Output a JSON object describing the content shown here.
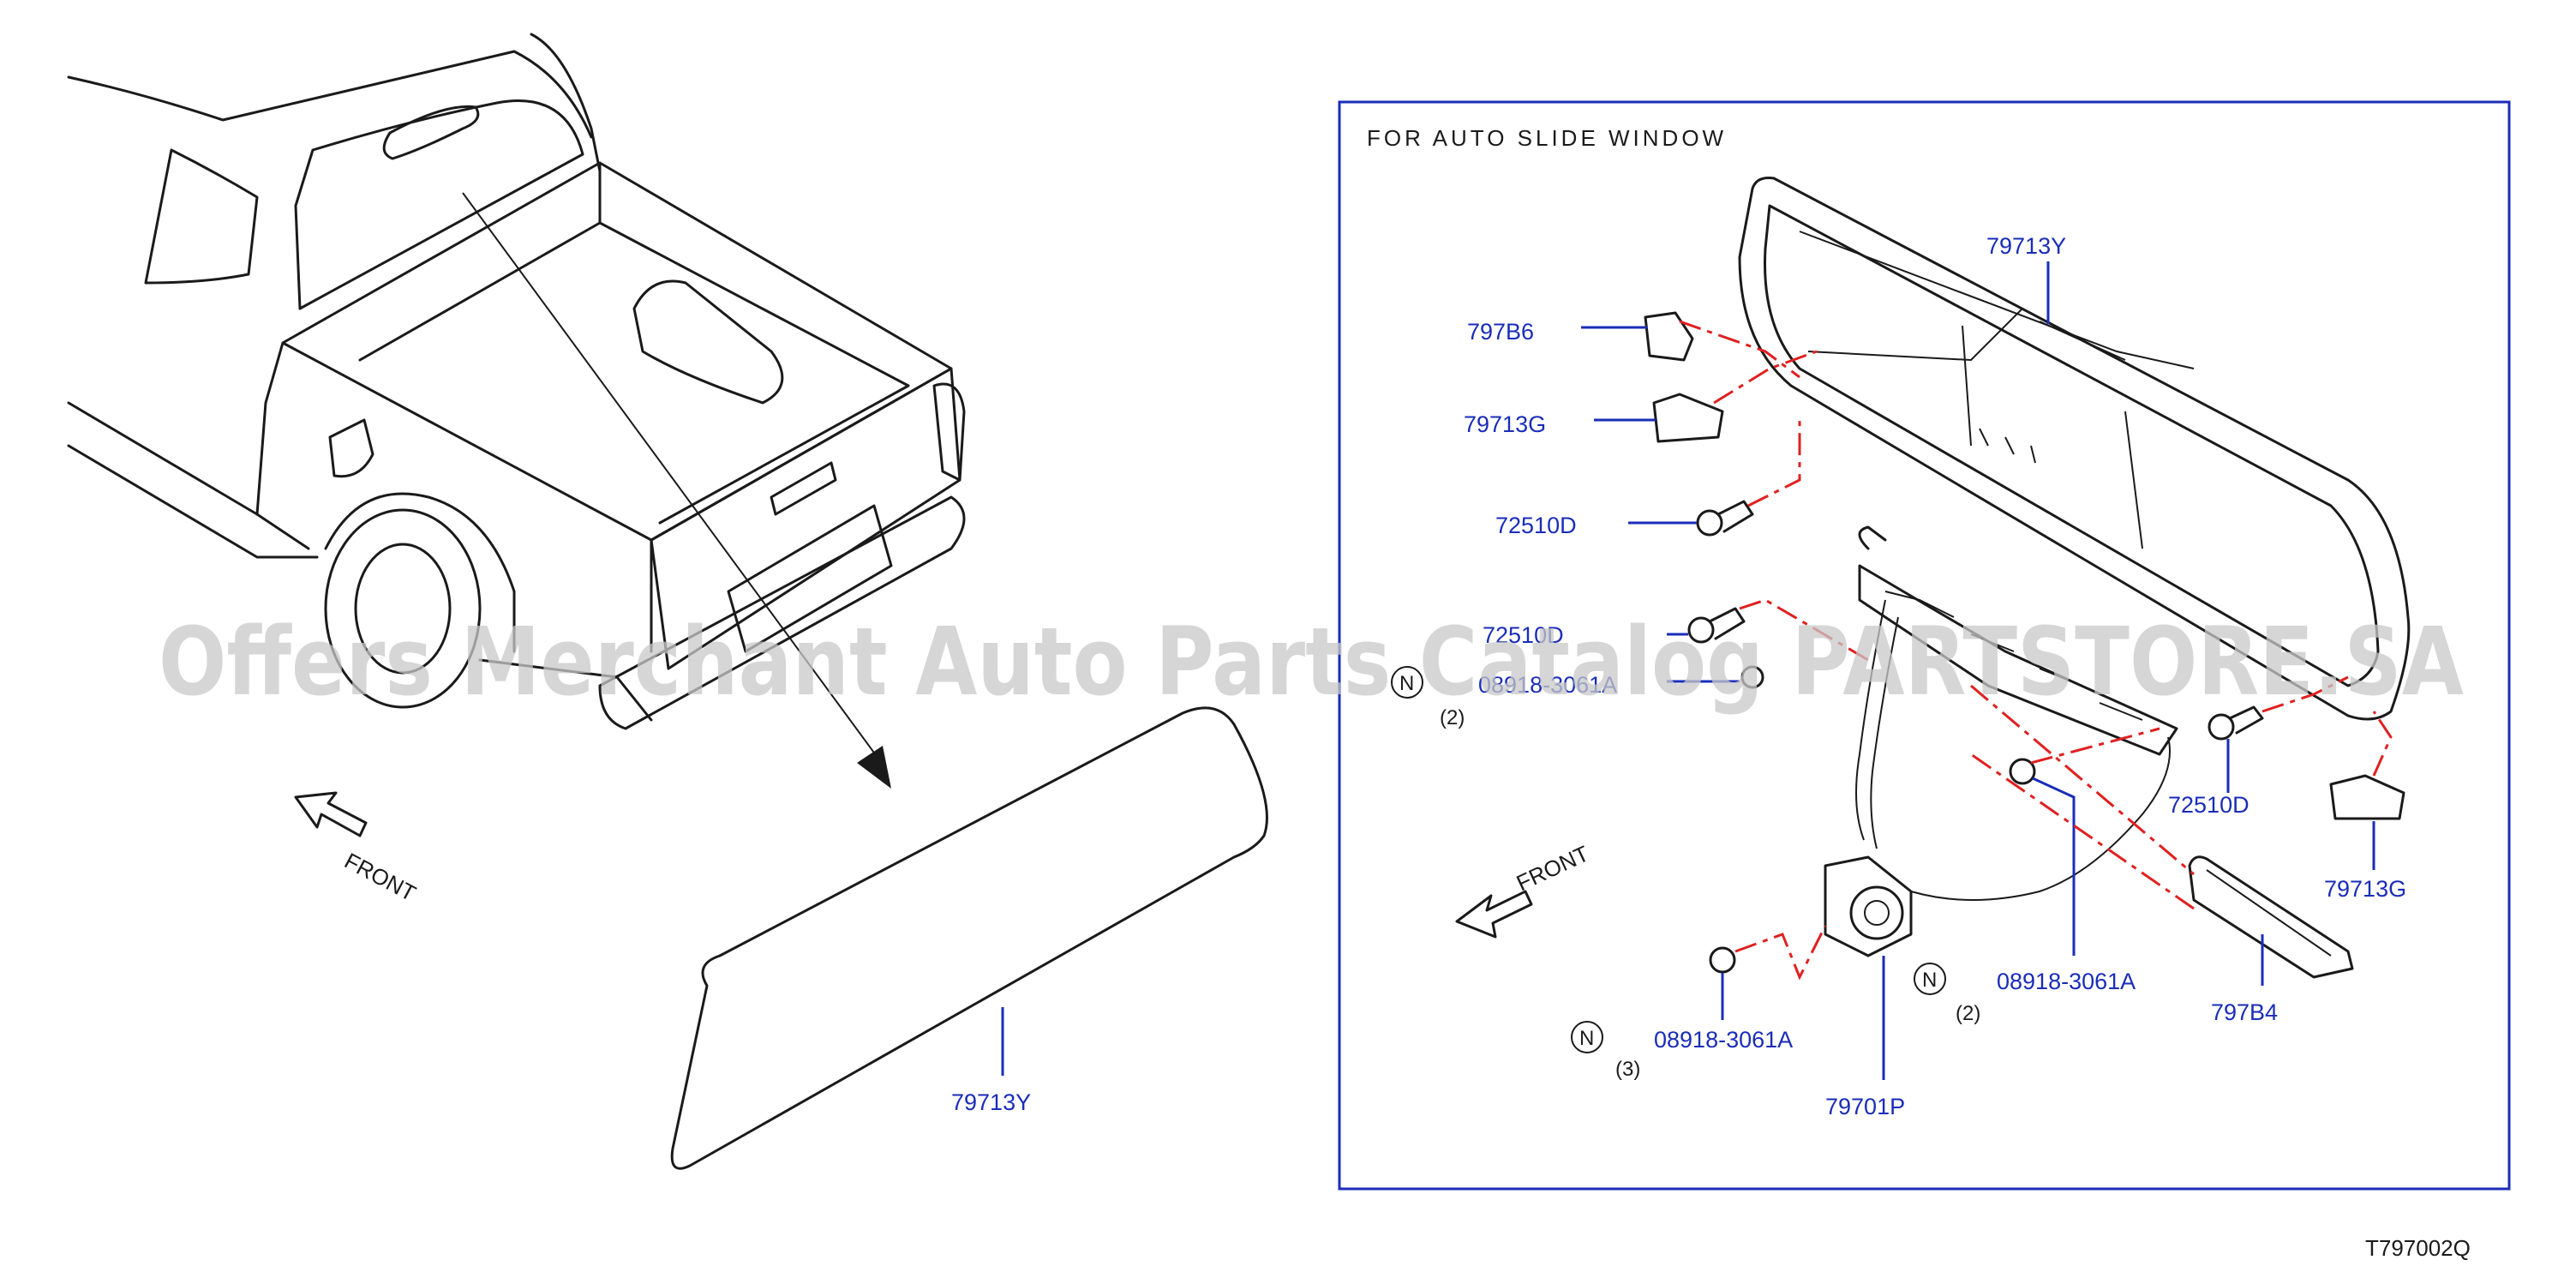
{
  "inset_title": "FOR AUTO SLIDE WINDOW",
  "front_label": "FRONT",
  "note_symbol": "N",
  "diagram_id": "T797002Q",
  "watermark": "Offers Merchant Auto Parts Catalog PARTSTORE.SA",
  "callouts": {
    "glass_main": "79713Y",
    "glass_inset": "79713Y",
    "part_797B6": "797B6",
    "part_79713G_left": "79713G",
    "part_72510D_upper": "72510D",
    "part_72510D_mid": "72510D",
    "part_08918_left": "08918-3061A",
    "part_72510D_right": "72510D",
    "part_79713G_right": "79713G",
    "part_08918_center": "08918-3061A",
    "part_797B4": "797B4",
    "part_08918_bottom": "08918-3061A",
    "part_79701P": "79701P"
  },
  "notes": {
    "note_left_qty": "(2)",
    "note_center_qty": "(2)",
    "note_bottom_qty": "(3)"
  }
}
